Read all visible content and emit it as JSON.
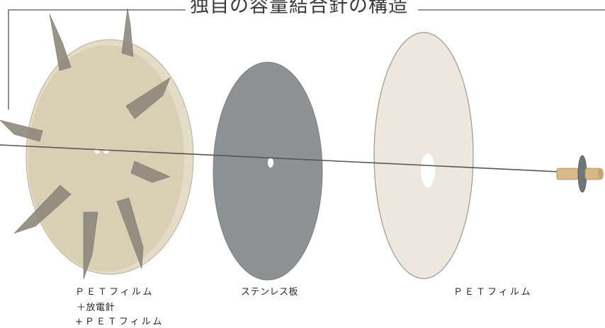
{
  "title": "独自の容量結合針の構造",
  "parts": [
    {
      "label_lines": [
        "ＰＥＴフィルム",
        "＋放電針",
        "+ＰＥＴフィルム"
      ]
    },
    {
      "label_lines": [
        "ステンレス板"
      ]
    },
    {
      "label_lines": [
        "ＰＥＴフィルム"
      ]
    }
  ],
  "colors": {
    "pet_disc_tinted": "#d9d0b8",
    "pet_disc": "#ece8de",
    "stainless": "#8e9191",
    "needle": "#8a8478",
    "line": "#555555"
  },
  "icons": [
    "discharge-needle-icon",
    "terminal-connector-icon"
  ]
}
